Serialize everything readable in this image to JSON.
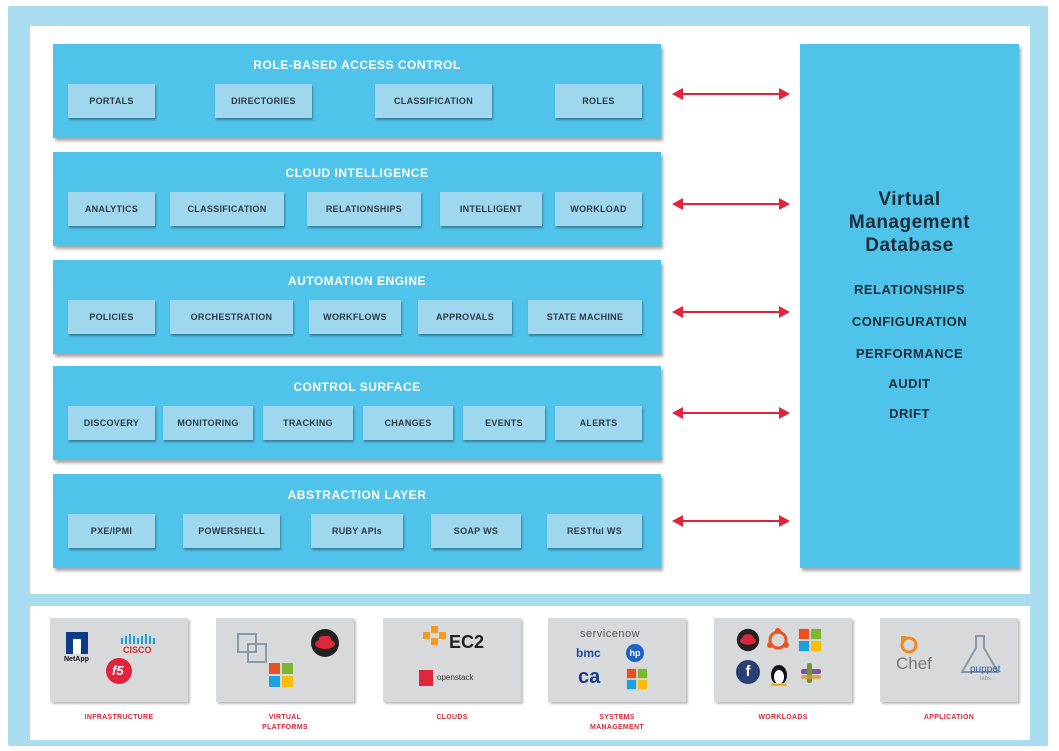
{
  "layers": [
    {
      "title": "ROLE-BASED ACCESS CONTROL",
      "items": [
        "PORTALS",
        "DIRECTORIES",
        "CLASSIFICATION",
        "ROLES"
      ]
    },
    {
      "title": "CLOUD INTELLIGENCE",
      "items": [
        "ANALYTICS",
        "CLASSIFICATION",
        "RELATIONSHIPS",
        "INTELLIGENT",
        "WORKLOAD"
      ]
    },
    {
      "title": "AUTOMATION ENGINE",
      "items": [
        "POLICIES",
        "ORCHESTRATION",
        "WORKFLOWS",
        "APPROVALS",
        "STATE MACHINE"
      ]
    },
    {
      "title": "CONTROL SURFACE",
      "items": [
        "DISCOVERY",
        "MONITORING",
        "TRACKING",
        "CHANGES",
        "EVENTS",
        "ALERTS"
      ]
    },
    {
      "title": "ABSTRACTION LAYER",
      "items": [
        "PXE/IPMI",
        "POWERSHELL",
        "RUBY APIs",
        "SOAP WS",
        "RESTful WS"
      ]
    }
  ],
  "vmdb": {
    "title_lines": [
      "Virtual",
      "Management",
      "Database"
    ],
    "items": [
      "RELATIONSHIPS",
      "CONFIGURATION",
      "PERFORMANCE",
      "AUDIT",
      "DRIFT"
    ]
  },
  "providers": [
    {
      "label_lines": [
        "INFRASTRUCTURE"
      ],
      "logos": [
        "netapp-logo",
        "cisco-logo",
        "f5-logo"
      ],
      "logo_texts": {
        "netapp": "NetApp",
        "cisco": "CISCO",
        "f5": "f5"
      }
    },
    {
      "label_lines": [
        "VIRTUAL",
        "PLATFORMS"
      ],
      "logos": [
        "vmware-logo",
        "redhat-logo",
        "windows-logo"
      ]
    },
    {
      "label_lines": [
        "CLOUDS"
      ],
      "logos": [
        "aws-ec2-logo",
        "openstack-logo"
      ],
      "logo_texts": {
        "ec2": "EC2",
        "openstack": "openstack"
      }
    },
    {
      "label_lines": [
        "SYSTEMS",
        "MANAGEMENT"
      ],
      "logos": [
        "servicenow-logo",
        "bmc-logo",
        "hp-logo",
        "ca-logo",
        "windows-logo"
      ],
      "logo_texts": {
        "servicenow": "servicenow",
        "bmc": "bmc",
        "hp": "hp",
        "ca": "ca"
      }
    },
    {
      "label_lines": [
        "WORKLOADS"
      ],
      "logos": [
        "redhat-logo",
        "ubuntu-logo",
        "windows-logo",
        "fedora-logo",
        "linux-tux-logo",
        "slack-logo"
      ]
    },
    {
      "label_lines": [
        "APPLICATION"
      ],
      "logos": [
        "chef-logo",
        "puppet-logo"
      ],
      "logo_texts": {
        "chef": "Chef",
        "puppet": "puppet",
        "puppet_sub": "labs"
      }
    }
  ],
  "colors": {
    "layer": "#4fc3ea",
    "chip": "#9fd8ee",
    "frame": "#a9dcef",
    "arrow": "#e0243b",
    "provider_label": "#d8283a"
  }
}
